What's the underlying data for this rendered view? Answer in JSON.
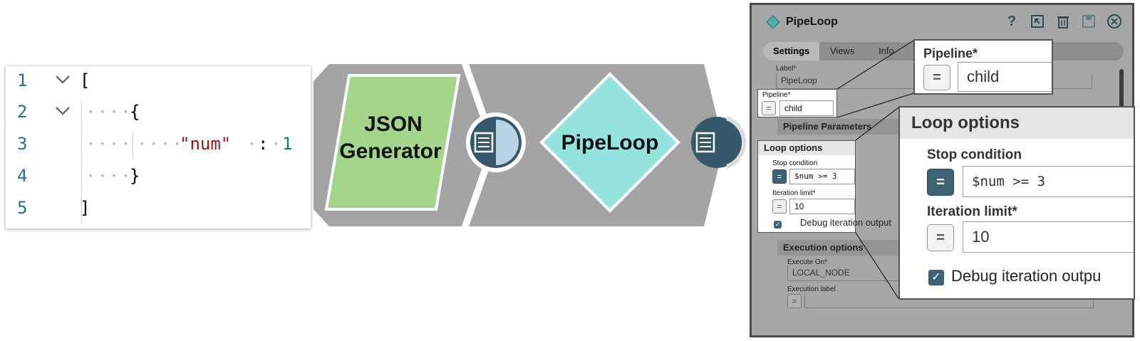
{
  "code": {
    "lines": [
      {
        "no": "1",
        "open": "["
      },
      {
        "no": "2",
        "open": "{"
      },
      {
        "no": "3",
        "key": "\"num\"",
        "colon": ":",
        "value": "1"
      },
      {
        "no": "4",
        "close": "}"
      },
      {
        "no": "5",
        "close": "]"
      }
    ]
  },
  "pipeline": {
    "nodes": [
      {
        "line1": "JSON",
        "line2": "Generator",
        "color": "#a3d58b"
      },
      {
        "label": "PipeLoop",
        "color": "#94e3df"
      }
    ],
    "colors": {
      "band": "#a4a4a4",
      "port": "#35596a",
      "port_half": "#b9d3e6"
    }
  },
  "dialog": {
    "title": "PipeLoop",
    "icons": [
      "diamond-icon",
      "help-icon",
      "export-icon",
      "trash-icon",
      "save-icon",
      "close-icon"
    ],
    "help_glyph": "?",
    "tabs": [
      "Settings",
      "Views",
      "Info"
    ],
    "label_field": {
      "label": "Label*",
      "value": "PipeLoop"
    },
    "pipeline_field": {
      "label": "Pipeline*",
      "value": "child"
    },
    "eq_glyph": "=",
    "pipeline_parameters": "Pipeline Parameters",
    "loop_options": {
      "title": "Loop options",
      "stop_label": "Stop condition",
      "stop_value": "$num >= 3",
      "iter_label": "Iteration limit*",
      "iter_value": "10",
      "debug_label": "Debug iteration output",
      "debug_label_cut": "Debug iteration outpu",
      "check_glyph": "✓"
    },
    "execution_options": {
      "title": "Execution options",
      "execute_on_label": "Execute On*",
      "execute_on_value": "LOCAL_NODE",
      "execution_label": "Execution label"
    }
  }
}
